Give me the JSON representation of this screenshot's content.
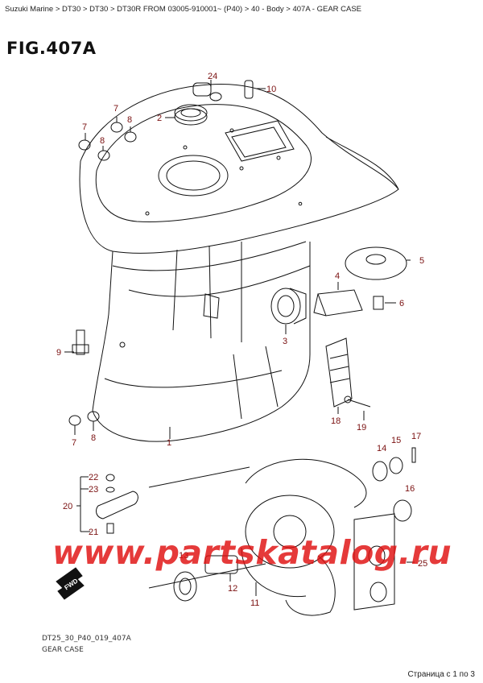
{
  "breadcrumb": "Suzuki Marine > DT30 > DT30 > DT30R FROM 03005-910001~ (P40) > 40 - Body > 407A - GEAR CASE",
  "figure_title": "FIG.407A",
  "footer": {
    "code": "DT25_30_P40_019_407A",
    "part_name": "GEAR CASE",
    "page_counter": "Страница с 1 по 3"
  },
  "watermark": "www.partskatalog.ru",
  "fwd_label": "FWD",
  "callouts": {
    "c1": "1",
    "c2": "2",
    "c3": "3",
    "c4": "4",
    "c5": "5",
    "c6": "6",
    "c7a": "7",
    "c7b": "7",
    "c7c": "7",
    "c8a": "8",
    "c8b": "8",
    "c8c": "8",
    "c9": "9",
    "c10": "10",
    "c11": "11",
    "c12": "12",
    "c13": "13",
    "c14": "14",
    "c15": "15",
    "c16": "16",
    "c17": "17",
    "c18": "18",
    "c19": "19",
    "c20": "20",
    "c21": "21",
    "c22": "22",
    "c23": "23",
    "c24": "24",
    "c25": "25"
  },
  "colors": {
    "callout": "#7a1010",
    "line": "#111111",
    "watermark": "#e01010"
  }
}
